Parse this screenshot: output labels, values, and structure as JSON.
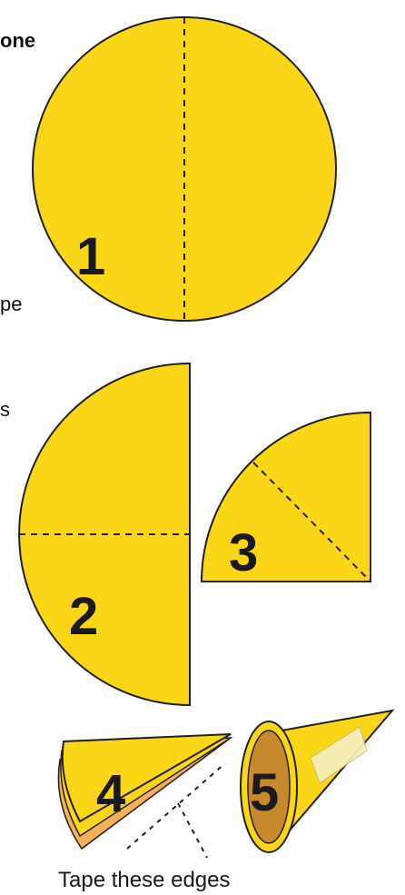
{
  "colors": {
    "paper": "#f9d716",
    "outline": "#231f20",
    "cone_inside": "#c68a2c",
    "tape": "#f6efc2",
    "layer_edge": "#f4b15a"
  },
  "left_text_fragments": {
    "top": "one",
    "middle": "pe",
    "lower": "s"
  },
  "steps": [
    {
      "number": "1",
      "icon": "full-circle-icon"
    },
    {
      "number": "2",
      "icon": "half-circle-icon"
    },
    {
      "number": "3",
      "icon": "quarter-circle-icon"
    },
    {
      "number": "4",
      "icon": "folded-wedge-icon"
    },
    {
      "number": "5",
      "icon": "taped-cone-icon"
    }
  ],
  "caption": "Tape these edges"
}
